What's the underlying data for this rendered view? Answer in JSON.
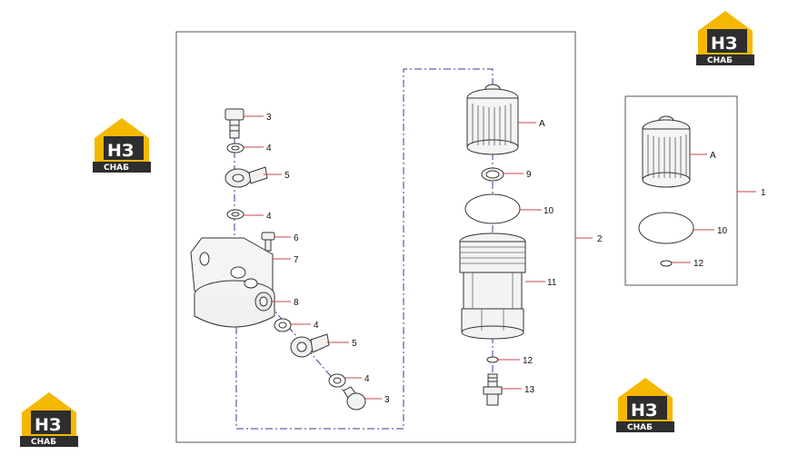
{
  "callouts": {
    "c3a": "3",
    "c4a": "4",
    "c5a": "5",
    "c4b": "4",
    "c6": "6",
    "c7": "7",
    "c8": "8",
    "c4c": "4",
    "c5b": "5",
    "c4d": "4",
    "c3b": "3",
    "cA": "A",
    "c9": "9",
    "c10": "10",
    "c11": "11",
    "c12": "12",
    "c13": "13",
    "c2": "2",
    "kitA": "A",
    "kit10": "10",
    "kit12": "12",
    "c1": "1"
  },
  "logo": {
    "main": "НЗ",
    "sub": "СНАБ"
  },
  "colors": {
    "leader": "#c8444a",
    "flow": "#3a3a9a",
    "frame": "#555555",
    "logo_yellow": "#f5b800",
    "logo_dark": "#2e2e2e"
  }
}
